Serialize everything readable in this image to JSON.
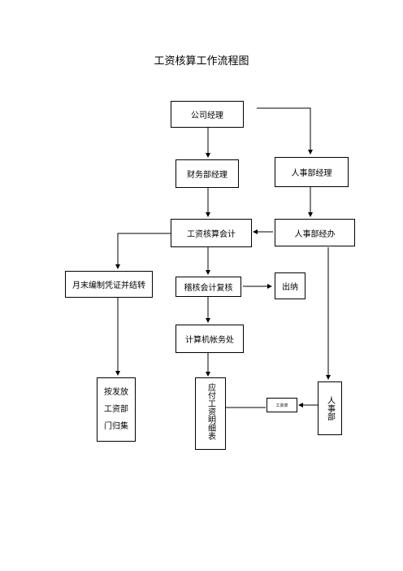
{
  "title": "工资核算工作流程图",
  "nodes": {
    "company_manager": "公司经理",
    "finance_manager": "财务部经理",
    "hr_manager": "人事部经理",
    "payroll_accountant": "工资核算会计",
    "hr_clerk": "人事部经办",
    "month_end": "月末编制凭证并结转",
    "audit_calc": "稽核会计复核",
    "cashier": "出纳",
    "computer_office": "计算机帐务处",
    "payroll_detail": "应付工资明细表",
    "small_box": "工资单",
    "hr_dept": "人事部",
    "distribution_line1": "按发放",
    "distribution_line2": "工资部",
    "distribution_line3": "门归集"
  }
}
